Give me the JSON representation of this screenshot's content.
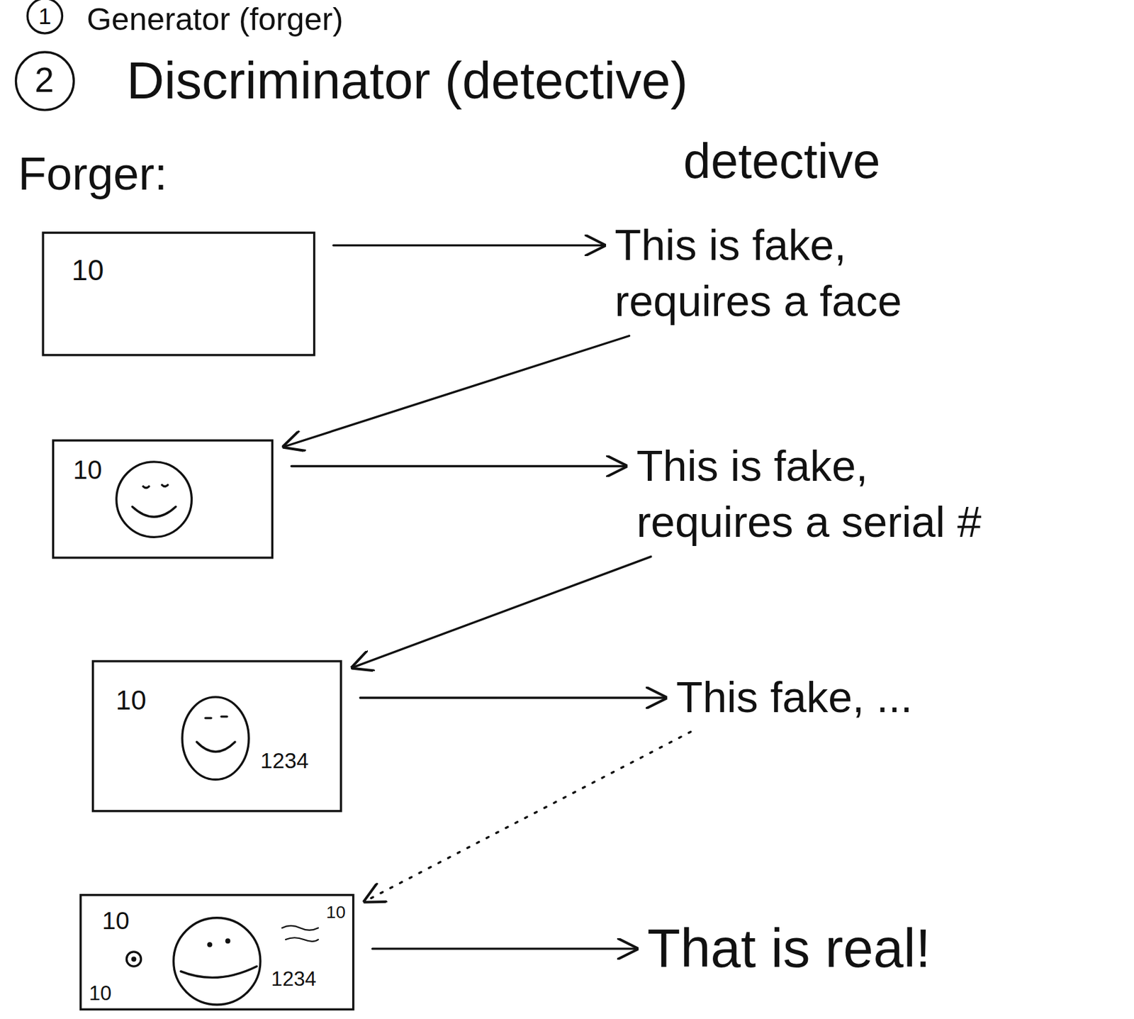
{
  "diagram": {
    "nodes": [
      {
        "text": [
          "10"
        ]
      },
      {
        "text": [
          "This is fake, requires a face"
        ]
      },
      {
        "text": [
          "10"
        ]
      },
      {
        "text": [
          "This is fake, requires a serial #"
        ]
      },
      {
        "text": [
          "10",
          "1234"
        ]
      },
      {
        "text": [
          "This fake, ..."
        ]
      },
      {
        "text": [
          "10",
          "10",
          "1234",
          "10"
        ]
      },
      {
        "text": [
          "That is real!"
        ]
      }
    ],
    "edges": [
      {
        "from": 0,
        "to": 1,
        "arrow": "to"
      },
      {
        "from": 1,
        "to": 2,
        "arrow": "to"
      },
      {
        "from": 2,
        "to": 3,
        "arrow": "to"
      },
      {
        "from": 3,
        "to": 4,
        "arrow": "to"
      },
      {
        "from": 4,
        "to": 5,
        "arrow": "to"
      },
      {
        "from": 5,
        "to": 6,
        "arrow": "to"
      },
      {
        "from": 6,
        "to": 7,
        "arrow": "to"
      }
    ],
    "labels": [
      "1",
      "Generator (forger)",
      "2",
      "Discriminator (detective)",
      "detective",
      "Forger:"
    ]
  }
}
